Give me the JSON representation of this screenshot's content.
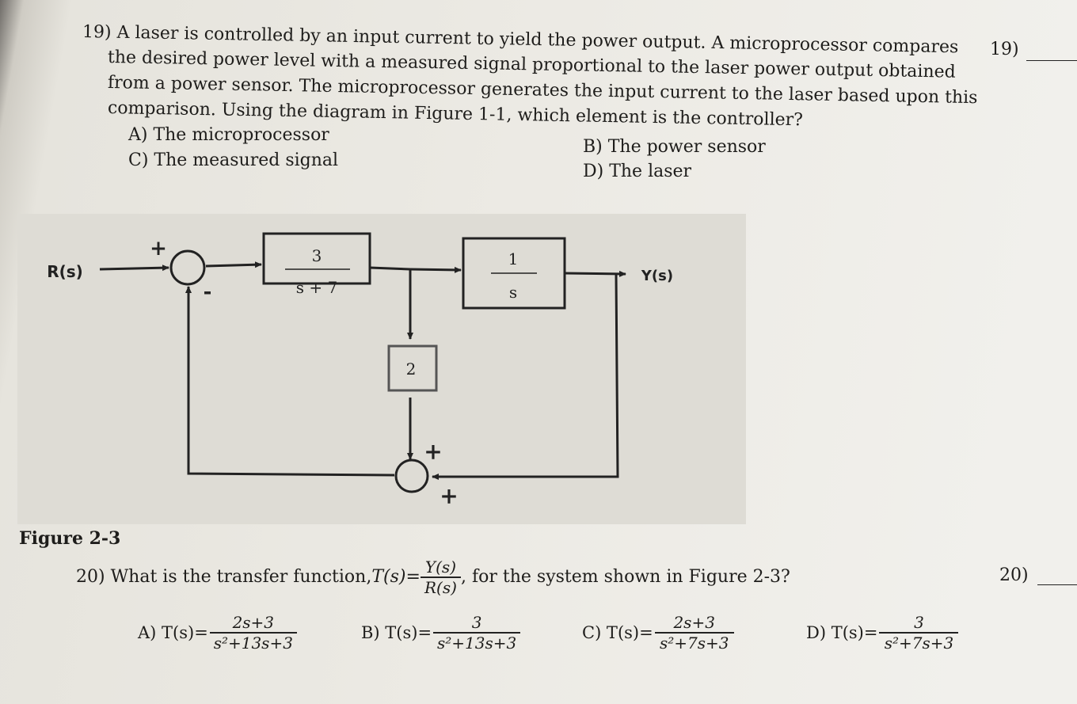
{
  "q19": {
    "number": "19)",
    "lines": [
      "19) A laser is controlled by an input current to yield the power output.  A microprocessor compares",
      "the desired power level with a measured signal proportional to the laser power output obtained",
      "from a power sensor. The microprocessor generates the input current to the laser based upon this",
      "comparison.   Using the diagram in Figure 1-1, which element is the controller?"
    ],
    "options": {
      "A": "A) The microprocessor",
      "B": "B) The power sensor",
      "C": "C) The measured signal",
      "D": "D) The laser"
    }
  },
  "figure": {
    "caption": "Figure 2-3",
    "input": "R(s)",
    "output": "Y(s)",
    "block1": {
      "num": "3",
      "den": "s + 7"
    },
    "block2": {
      "num": "1",
      "den": "s"
    },
    "block3": "2",
    "sum1_signs": {
      "top": "+",
      "bottom": "-"
    },
    "sum2_signs": {
      "top": "+",
      "right": "+"
    }
  },
  "q20": {
    "number": "20)",
    "prefix": "20) What is the transfer function, ",
    "tf_label": "T(s)=",
    "tf_num": "Y(s)",
    "tf_den": "R(s)",
    "suffix": ", for the system shown in Figure 2-3?",
    "options": [
      {
        "label": "A) T(s)=",
        "num": "2s+3",
        "den": "s²+13s+3"
      },
      {
        "label": "B) T(s)=",
        "num": "3",
        "den": "s²+13s+3"
      },
      {
        "label": "C) T(s)=",
        "num": "2s+3",
        "den": "s²+7s+3"
      },
      {
        "label": "D) T(s)=",
        "num": "3",
        "den": "s²+7s+3"
      }
    ]
  }
}
